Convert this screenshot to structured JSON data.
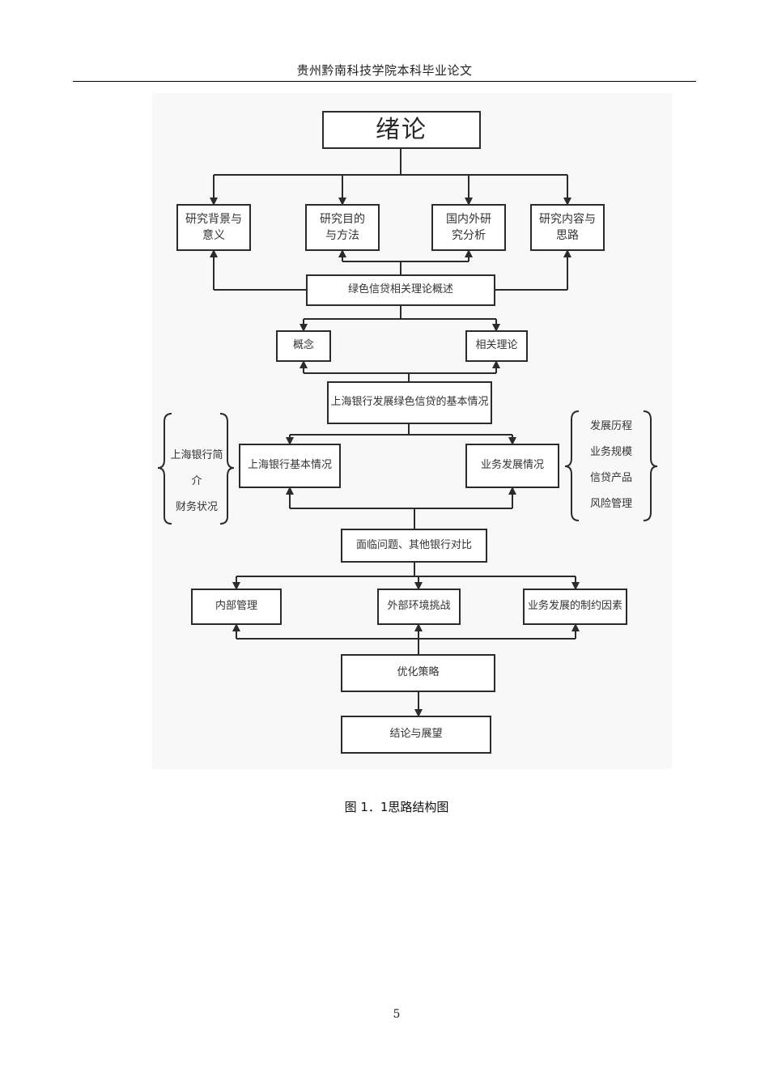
{
  "header": {
    "title": "贵州黔南科技学院本科毕业论文"
  },
  "diagram": {
    "title": "绪论",
    "level1": [
      "研究背景与\n意义",
      "研究目的\n与方法",
      "国内外研\n究分析",
      "研究内容与\n思路"
    ],
    "overview": "绿色信贷相关理论概述",
    "concept": "概念",
    "theory": "相关理论",
    "basic_situation": "上海银行发展绿色信贷的基本情况",
    "bank_basic": "上海银行基本情况",
    "business_dev": "业务发展情况",
    "left_list": [
      "上海银行简介",
      "财务状况"
    ],
    "right_list": [
      "发展历程",
      "业务规模",
      "信贷产品",
      "风险管理"
    ],
    "problems": "面临问题、其他银行对比",
    "internal": "内部管理",
    "external": "外部环境挑战",
    "constraints": "业务发展的制约因素",
    "optimization": "优化策略",
    "conclusion": "结论与展望"
  },
  "caption": "图 1．1思路结构图",
  "page_number": "5"
}
